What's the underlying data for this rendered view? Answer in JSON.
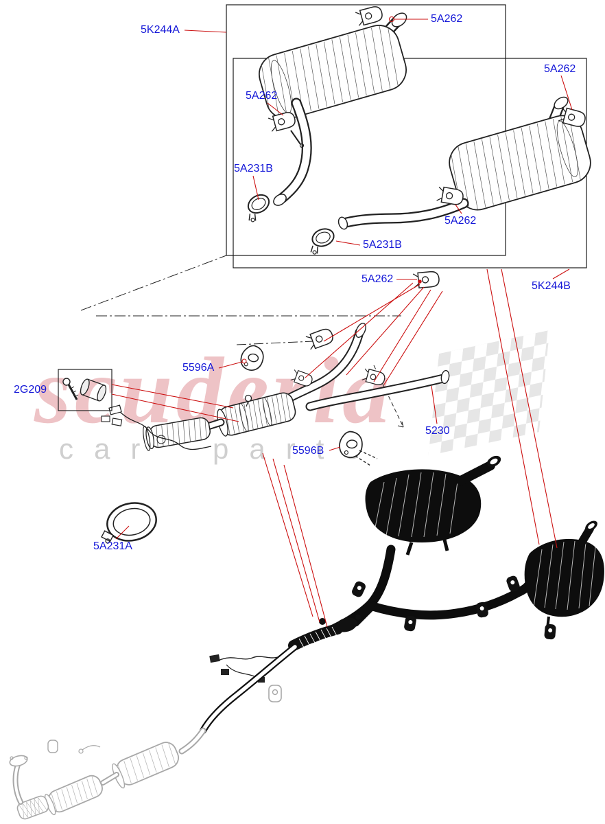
{
  "diagram": {
    "title": "Exhaust System Parts Diagram",
    "watermark": {
      "brand": "scuderia",
      "subtitle": "car parts"
    },
    "colors": {
      "label_blue": "#1518d8",
      "leader_red": "#cc1111",
      "line_black": "#1a1a1a",
      "faded_gray": "#a8a8a8",
      "watermark_pink": "#d56970",
      "watermark_gray": "#a8a8a8"
    },
    "labels": [
      {
        "id": "5K244A",
        "text": "5K244A"
      },
      {
        "id": "5A262-top",
        "text": "5A262"
      },
      {
        "id": "5A262-left",
        "text": "5A262"
      },
      {
        "id": "5A262-right",
        "text": "5A262"
      },
      {
        "id": "5A231B-left",
        "text": "5A231B"
      },
      {
        "id": "5A262-mid",
        "text": "5A262"
      },
      {
        "id": "5A231B-mid",
        "text": "5A231B"
      },
      {
        "id": "5A262-lower",
        "text": "5A262"
      },
      {
        "id": "5K244B",
        "text": "5K244B"
      },
      {
        "id": "5596A",
        "text": "5596A"
      },
      {
        "id": "2G209",
        "text": "2G209"
      },
      {
        "id": "5230",
        "text": "5230"
      },
      {
        "id": "5596B",
        "text": "5596B"
      },
      {
        "id": "5A231A",
        "text": "5A231A"
      }
    ]
  }
}
